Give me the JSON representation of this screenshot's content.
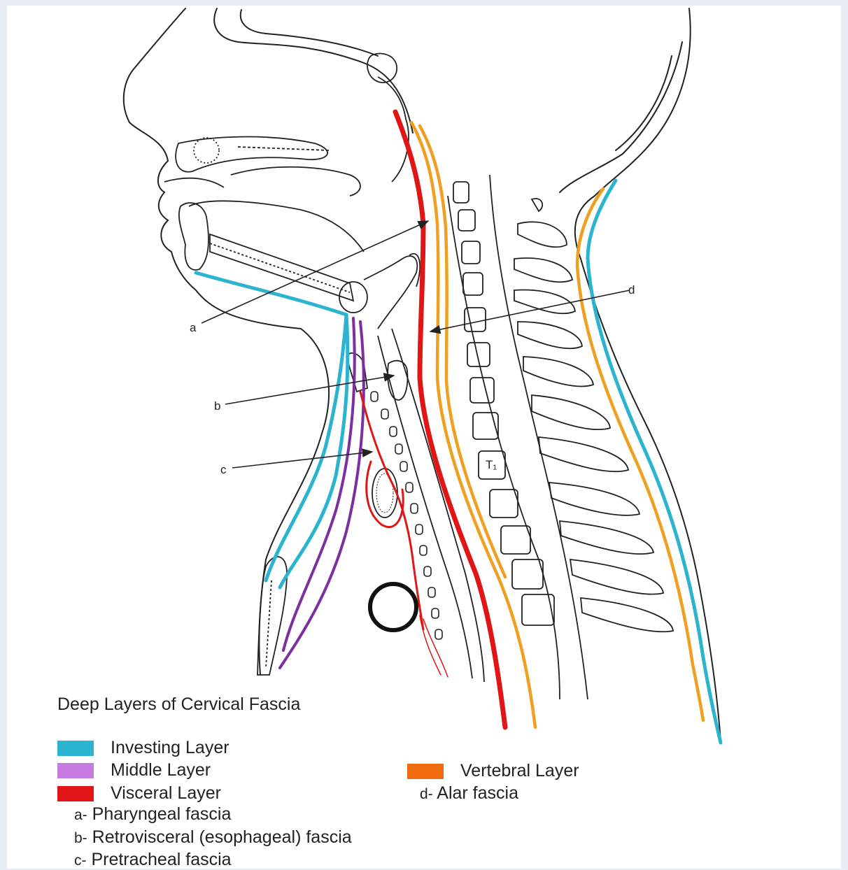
{
  "diagram": {
    "pointer_labels": [
      "a",
      "b",
      "c",
      "d"
    ],
    "vertebra_label": "T₁"
  },
  "legend": {
    "title": "Deep Layers of Cervical Fascia",
    "layers": [
      {
        "label": "Investing Layer",
        "color": "#2ab4d0"
      },
      {
        "label": "Middle Layer",
        "color": "#c77be0"
      },
      {
        "label": "Visceral Layer",
        "color": "#e01515"
      },
      {
        "label": "Vertebral Layer",
        "color": "#f06a10"
      }
    ],
    "sublabels": [
      {
        "letter": "a-",
        "text": "Pharyngeal fascia"
      },
      {
        "letter": "b-",
        "text": "Retrovisceral (esophageal) fascia"
      },
      {
        "letter": "c-",
        "text": "Pretracheal fascia"
      },
      {
        "letter": "d-",
        "text": "Alar fascia"
      }
    ]
  },
  "colors": {
    "investing": "#2ab4d0",
    "middle": "#7b2fa0",
    "visceral": "#e01515",
    "vertebral": "#f0a020",
    "outline": "#222222"
  }
}
